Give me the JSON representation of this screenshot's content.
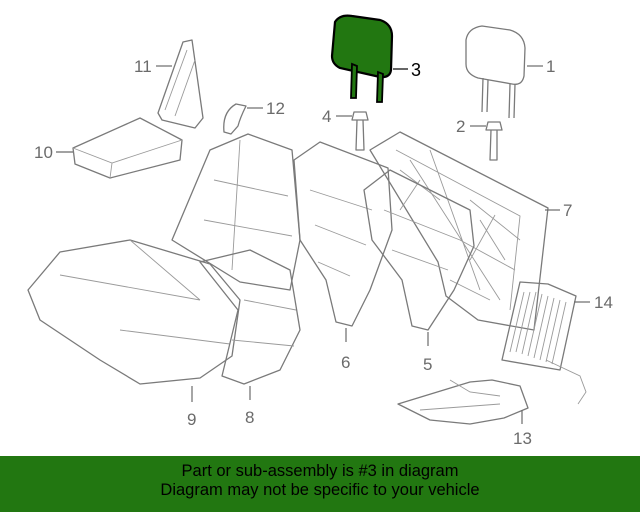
{
  "callouts": {
    "c1": "1",
    "c2": "2",
    "c3": "3",
    "c4": "4",
    "c5": "5",
    "c6": "6",
    "c7": "7",
    "c8": "8",
    "c9": "9",
    "c10": "10",
    "c11": "11",
    "c12": "12",
    "c13": "13",
    "c14": "14"
  },
  "highlighted_part": "3",
  "highlight_color": "#227711",
  "banner": {
    "line1": "Part or sub-assembly is #3 in diagram",
    "line2": "Diagram may not be specific to your vehicle"
  },
  "colors": {
    "banner_bg": "#227711",
    "line_art": "#7a7a7a",
    "highlight_fill": "#227711"
  }
}
